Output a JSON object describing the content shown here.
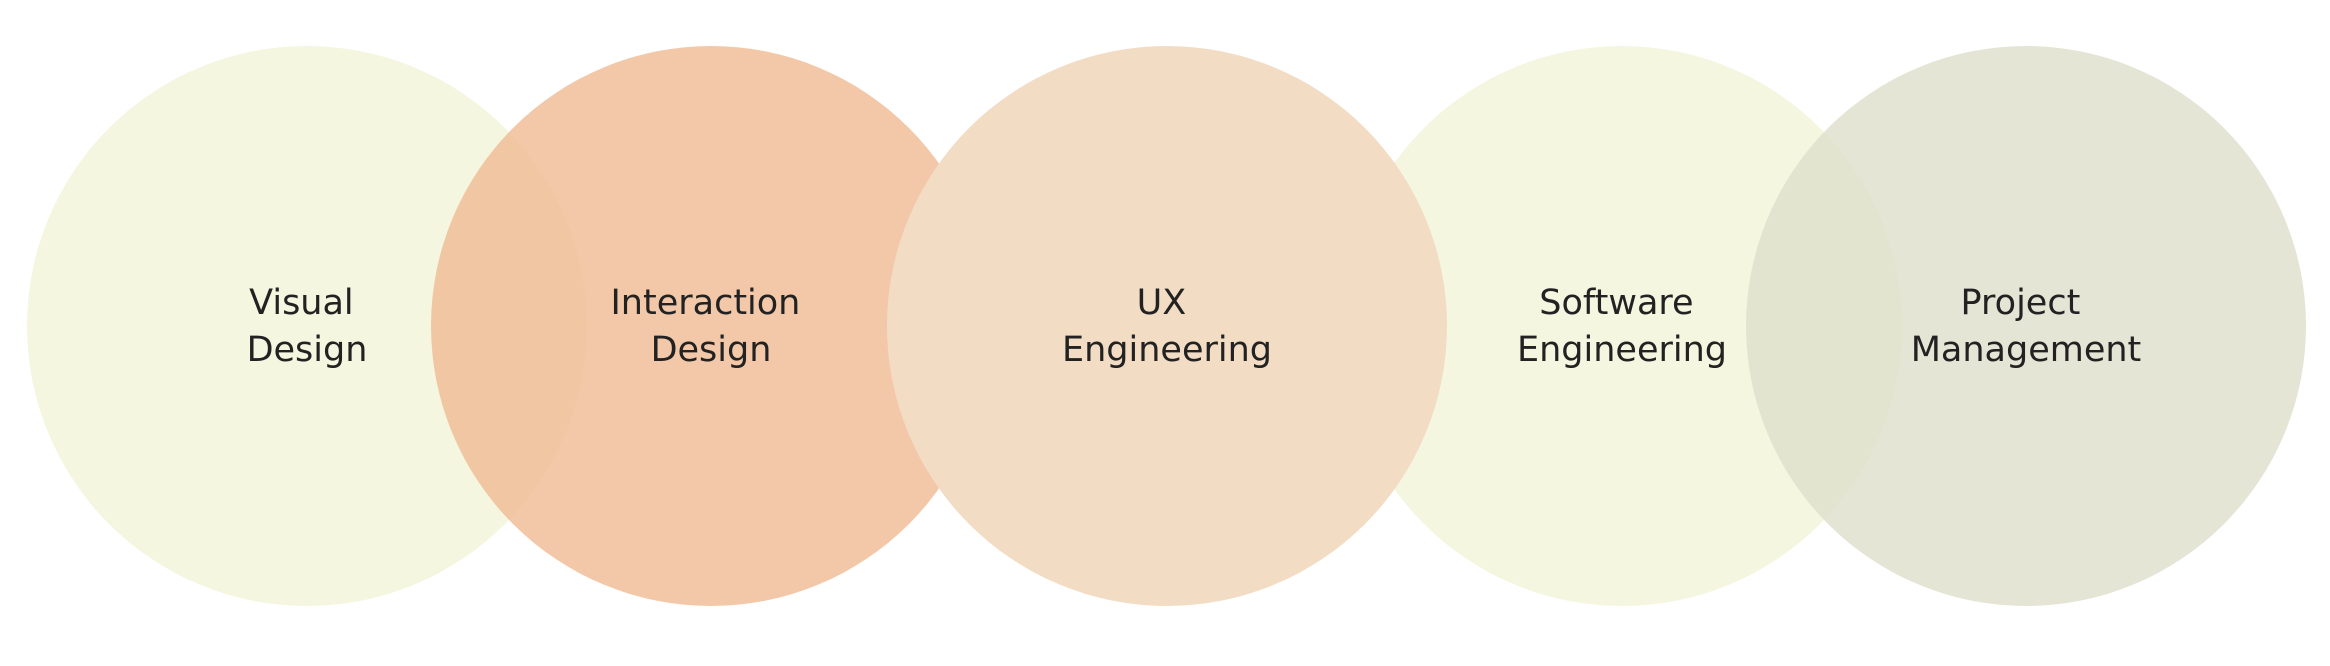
{
  "diagram": {
    "circles": [
      {
        "id": "visual-design",
        "lines": [
          "Visual",
          "Design"
        ],
        "fill": "#f4f6df",
        "opacity": 1
      },
      {
        "id": "interaction-design",
        "lines": [
          "Interaction",
          "Design"
        ],
        "fill": "#f0ba92",
        "opacity": 0.8
      },
      {
        "id": "ux-engineering",
        "lines": [
          "UX",
          "Engineering"
        ],
        "fill": "#f3dcc4",
        "opacity": 1
      },
      {
        "id": "software-engineering",
        "lines": [
          "Software",
          "Engineering"
        ],
        "fill": "#f4f6df",
        "opacity": 1
      },
      {
        "id": "project-management",
        "lines": [
          "Project",
          "Management"
        ],
        "fill": "#dfe0cc",
        "opacity": 0.85
      }
    ],
    "text_color": "#222222"
  }
}
